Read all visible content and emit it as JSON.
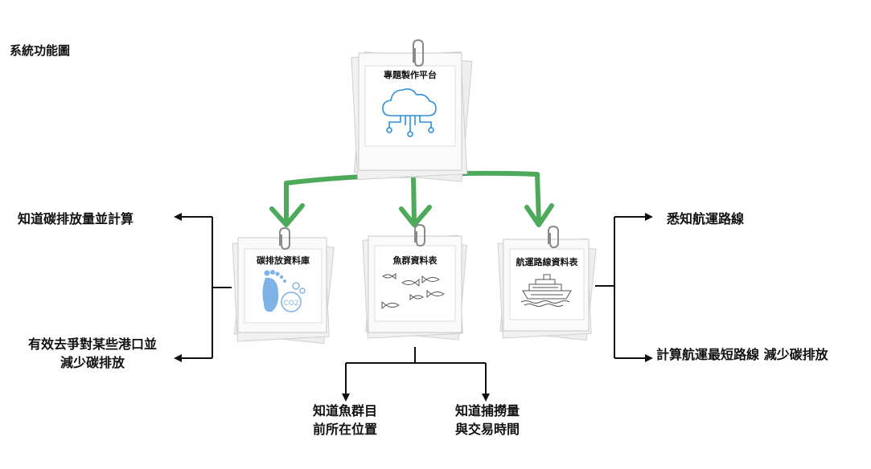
{
  "title": "系統功能圖",
  "root": {
    "label": "專題製作平台",
    "icon": "cloud-network-icon"
  },
  "children": [
    {
      "id": "carbon",
      "label": "碳排放資料庫",
      "icon": "footprint-co2-icon"
    },
    {
      "id": "fish",
      "label": "魚群資料表",
      "icon": "fish-school-icon"
    },
    {
      "id": "route",
      "label": "航運路線資料表",
      "icon": "cruise-ship-icon"
    }
  ],
  "outcomes": {
    "carbon": [
      {
        "lines": [
          "知道碳排放量並計算"
        ]
      },
      {
        "lines": [
          "有效去爭對某些港口並",
          "減少碳排放"
        ]
      }
    ],
    "fish": [
      {
        "lines": [
          "知道魚群目",
          "前所在位置"
        ]
      },
      {
        "lines": [
          "知道捕撈量",
          "與交易時間"
        ]
      }
    ],
    "route": [
      {
        "lines": [
          "悉知航運路線"
        ]
      },
      {
        "lines": [
          "計算航運最短路線 減少碳排放"
        ]
      }
    ]
  },
  "colors": {
    "arrow_green": "#4caa5a",
    "cloud_blue": "#2f8fd8",
    "footprint_blue": "#7fb3e8",
    "line_black": "#111111",
    "card_border": "#cfcfcf",
    "card_back": "#eeeeee"
  }
}
